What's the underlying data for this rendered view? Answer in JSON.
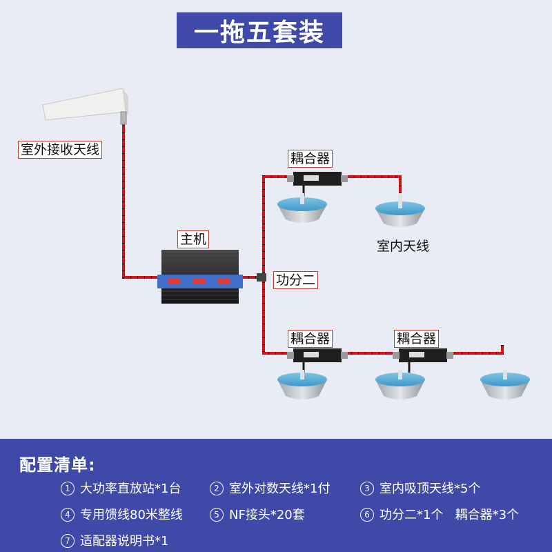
{
  "title": "一拖五套装",
  "labels": {
    "outdoor_antenna": "室外接收天线",
    "host": "主机",
    "splitter": "功分二",
    "coupler": "耦合器",
    "indoor_antenna": "室内天线"
  },
  "config": {
    "title": "配置清单:",
    "items": [
      {
        "num": "1",
        "text": "大功率直放站*1台"
      },
      {
        "num": "2",
        "text": "室外对数天线*1付"
      },
      {
        "num": "3",
        "text": "室内吸顶天线*5个"
      },
      {
        "num": "4",
        "text": "专用馈线80米整线"
      },
      {
        "num": "5",
        "text": "NF接头*20套"
      },
      {
        "num": "6",
        "text": "功分二*1个   耦合器*3个"
      },
      {
        "num": "7",
        "text": "适配器说明书*1"
      }
    ]
  },
  "colors": {
    "title_bg": "#3f4aa8",
    "panel_bg": "#3f4aa8",
    "cable_dark": "#1a1a1a",
    "cable_red": "#d0141a",
    "label_border": "#c0392b"
  }
}
